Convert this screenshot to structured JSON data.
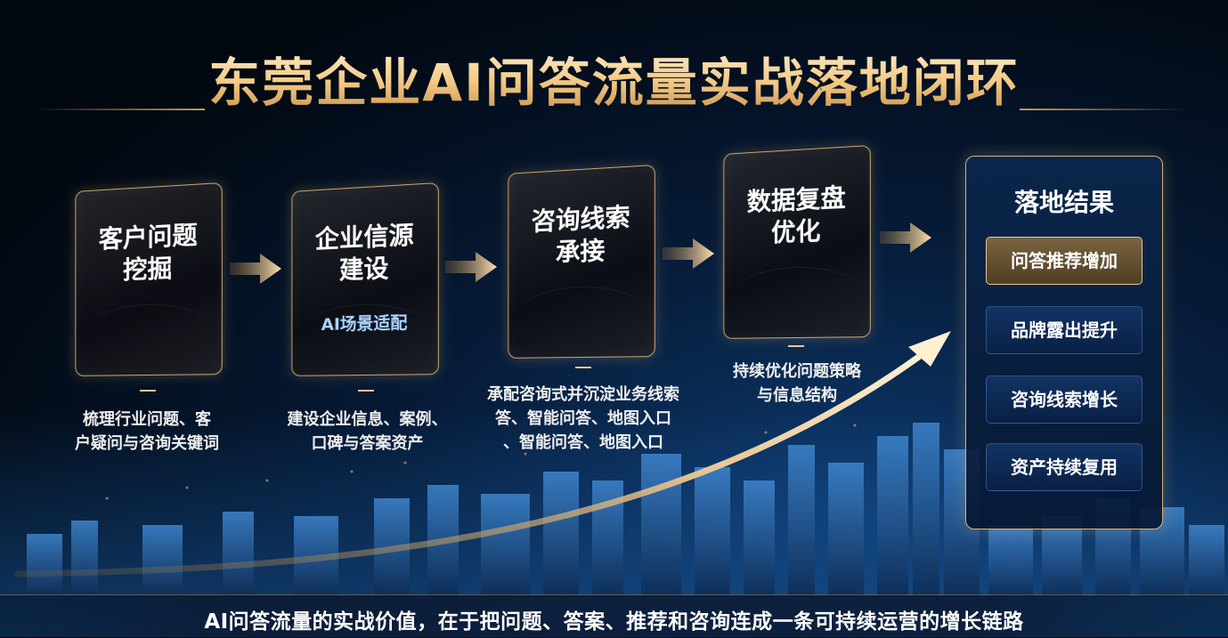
{
  "title": "东莞企业AI问答流量实战落地闭环",
  "steps": [
    {
      "title": "客户问题\n挖掘",
      "subtitle": "",
      "description": "梳理行业问题、客\n户疑问与咨询关键词"
    },
    {
      "title": "企业信源\n建设",
      "subtitle": "AI场景适配",
      "description": "建设企业信息、案例、\n口碑与答案资产"
    },
    {
      "title": "咨询线索\n承接",
      "subtitle": "",
      "description": "承配咨询式并沉淀业务线索\n答、智能问答、地图入口\n、智能问答、地图入口"
    },
    {
      "title": "数据复盘\n优化",
      "subtitle": "",
      "description": "持续优化问题策略\n与信息结构"
    }
  ],
  "result": {
    "title": "落地结果",
    "items": [
      {
        "label": "问答推荐增加",
        "active": true
      },
      {
        "label": "品牌露出提升",
        "active": false
      },
      {
        "label": "咨询线索增长",
        "active": false
      },
      {
        "label": "资产持续复用",
        "active": false
      }
    ]
  },
  "bottom_text": "AI问答流量的实战价值，在于把问题、答案、推荐和咨询连成一条可持续运营的增长链路",
  "colors": {
    "gold": "#f3c984",
    "card_border": "#c9a66b",
    "subtitle_blue": "#a9d4ff",
    "panel_blue": "#0c2850"
  }
}
